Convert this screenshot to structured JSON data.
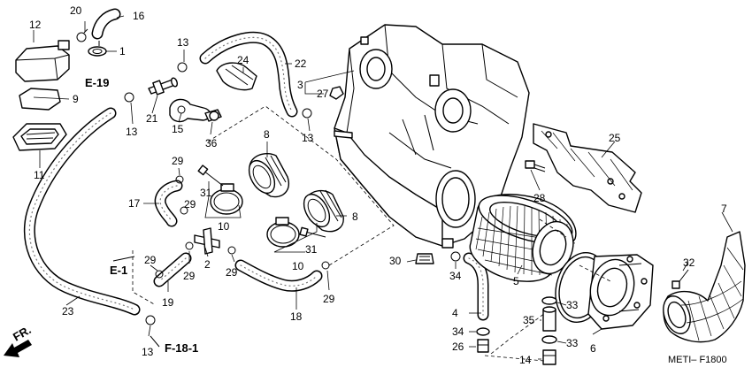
{
  "callouts": {
    "c1": "1",
    "c2": "2",
    "c3": "3",
    "c4": "4",
    "c5": "5",
    "c6": "6",
    "c7": "7",
    "c8a": "8",
    "c8b": "8",
    "c9": "9",
    "c10a": "10",
    "c10b": "10",
    "c11": "11",
    "c12": "12",
    "c13a": "13",
    "c13b": "13",
    "c13c": "13",
    "c13d": "13",
    "c14": "14",
    "c15": "15",
    "c16": "16",
    "c17": "17",
    "c18": "18",
    "c19": "19",
    "c20": "20",
    "c21": "21",
    "c22": "22",
    "c23": "23",
    "c24": "24",
    "c25": "25",
    "c26": "26",
    "c27": "27",
    "c28": "28",
    "c29a": "29",
    "c29b": "29",
    "c29c": "29",
    "c29d": "29",
    "c29e": "29",
    "c29f": "29",
    "c30": "30",
    "c31a": "31",
    "c31b": "31",
    "c32": "32",
    "c33a": "33",
    "c33b": "33",
    "c34a": "34",
    "c34b": "34",
    "c35": "35",
    "c36": "36"
  },
  "references": {
    "e19": "E-19",
    "e1": "E-1",
    "f181": "F-18-1",
    "front": "FR."
  },
  "diagram_code": "METI– F1800"
}
